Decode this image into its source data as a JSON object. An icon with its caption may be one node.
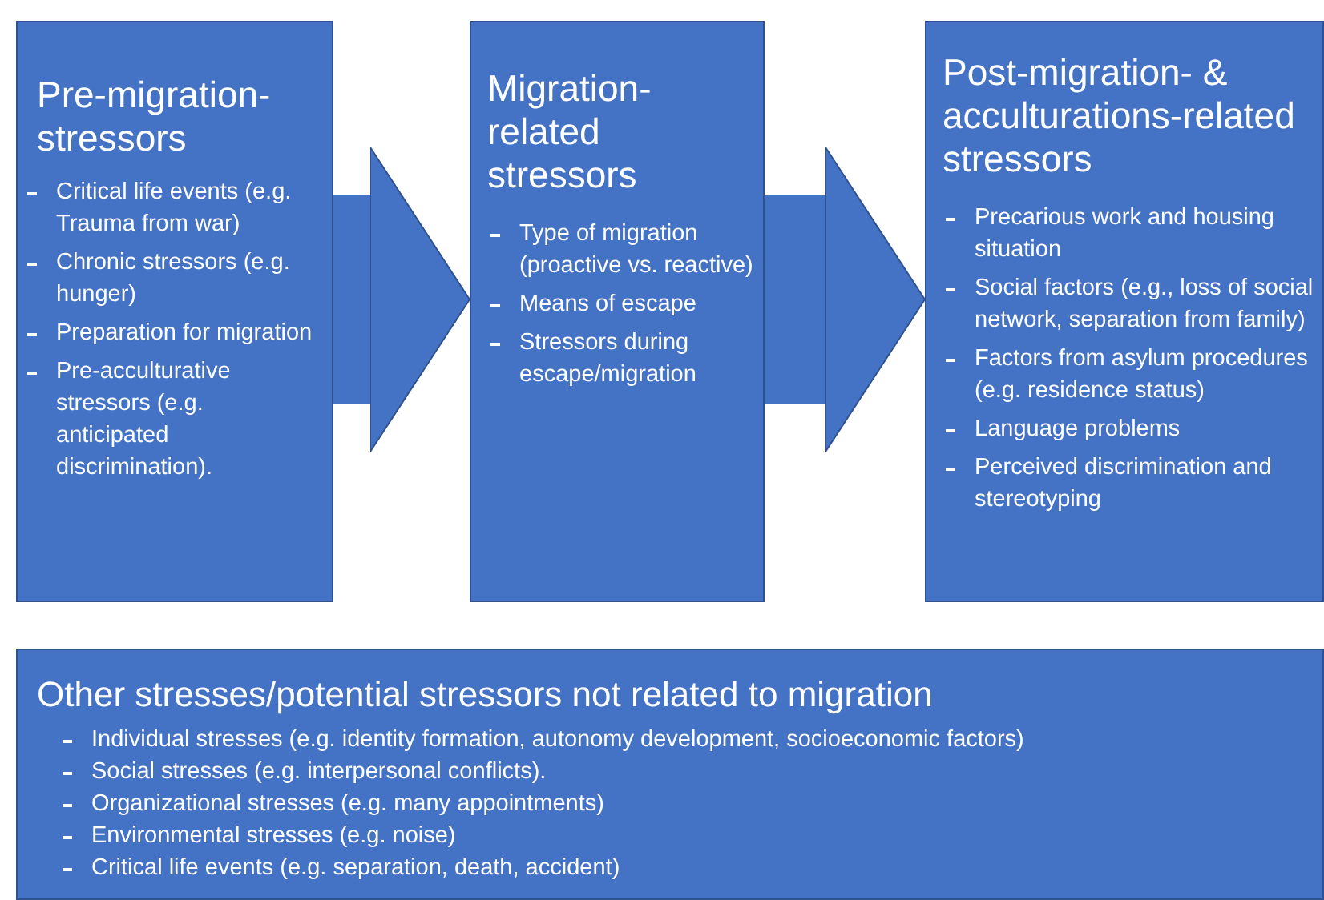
{
  "diagram": {
    "nodes": [
      {
        "text": [
          "Pre-migration-stressors",
          "Critical life events (e.g. Trauma from war)",
          "Chronic stressors (e.g. hunger)",
          "Preparation for migration",
          "Pre-acculturative stressors (e.g. anticipated discrimination)."
        ]
      },
      {
        "text": [
          "Migration-related stressors",
          "Type of migration (proactive vs. reactive)",
          "Means of escape",
          "Stressors during escape/migration"
        ]
      },
      {
        "text": [
          "Post-migration- & acculturations-related stressors",
          "Precarious work and housing situation",
          "Social factors (e.g., loss of social network, separation from family)",
          "Factors from asylum procedures (e.g. residence status)",
          "Language problems",
          "Perceived discrimination and stereotyping"
        ]
      },
      {
        "text": [
          "Other stresses/potential stressors not related to migration",
          "Individual stresses (e.g. identity formation, autonomy development, socioeconomic factors)",
          "Social stresses (e.g. interpersonal conflicts).",
          "Organizational stresses (e.g. many appointments)",
          "Environmental stresses (e.g. noise)",
          "Critical life events (e.g. separation, death, accident)"
        ]
      }
    ],
    "edges": [
      {
        "from": 0,
        "to": 1,
        "arrow": "to"
      },
      {
        "from": 1,
        "to": 2,
        "arrow": "to"
      }
    ]
  }
}
